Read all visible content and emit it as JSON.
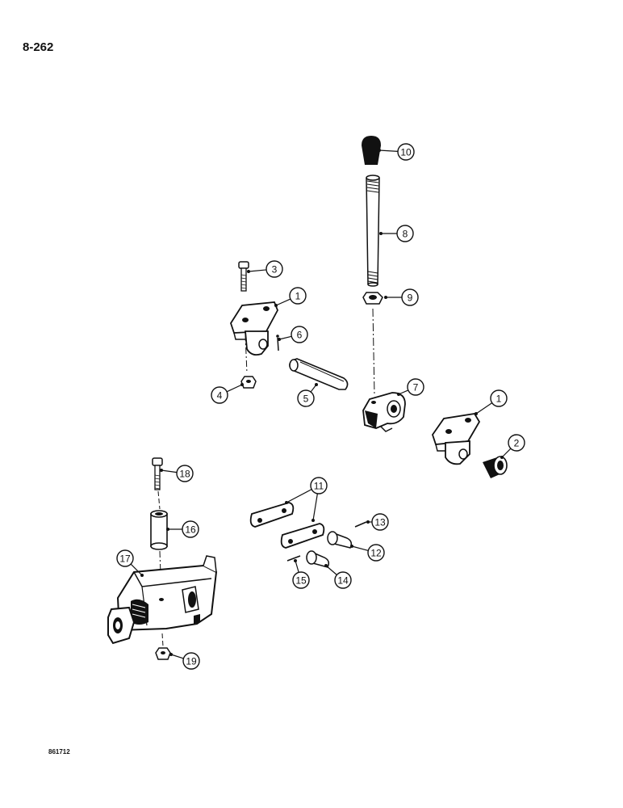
{
  "page": {
    "page_number": "8-262",
    "drawing_code": "861712"
  },
  "callouts": [
    {
      "id": "c10",
      "label": "10"
    },
    {
      "id": "c8",
      "label": "8"
    },
    {
      "id": "c9",
      "label": "9"
    },
    {
      "id": "c3",
      "label": "3"
    },
    {
      "id": "c1a",
      "label": "1"
    },
    {
      "id": "c6",
      "label": "6"
    },
    {
      "id": "c7",
      "label": "7"
    },
    {
      "id": "c4",
      "label": "4"
    },
    {
      "id": "c5",
      "label": "5"
    },
    {
      "id": "c1b",
      "label": "1"
    },
    {
      "id": "c2",
      "label": "2"
    },
    {
      "id": "c18",
      "label": "18"
    },
    {
      "id": "c11",
      "label": "11"
    },
    {
      "id": "c13",
      "label": "13"
    },
    {
      "id": "c16",
      "label": "16"
    },
    {
      "id": "c12",
      "label": "12"
    },
    {
      "id": "c17",
      "label": "17"
    },
    {
      "id": "c15",
      "label": "15"
    },
    {
      "id": "c14",
      "label": "14"
    },
    {
      "id": "c19",
      "label": "19"
    }
  ]
}
